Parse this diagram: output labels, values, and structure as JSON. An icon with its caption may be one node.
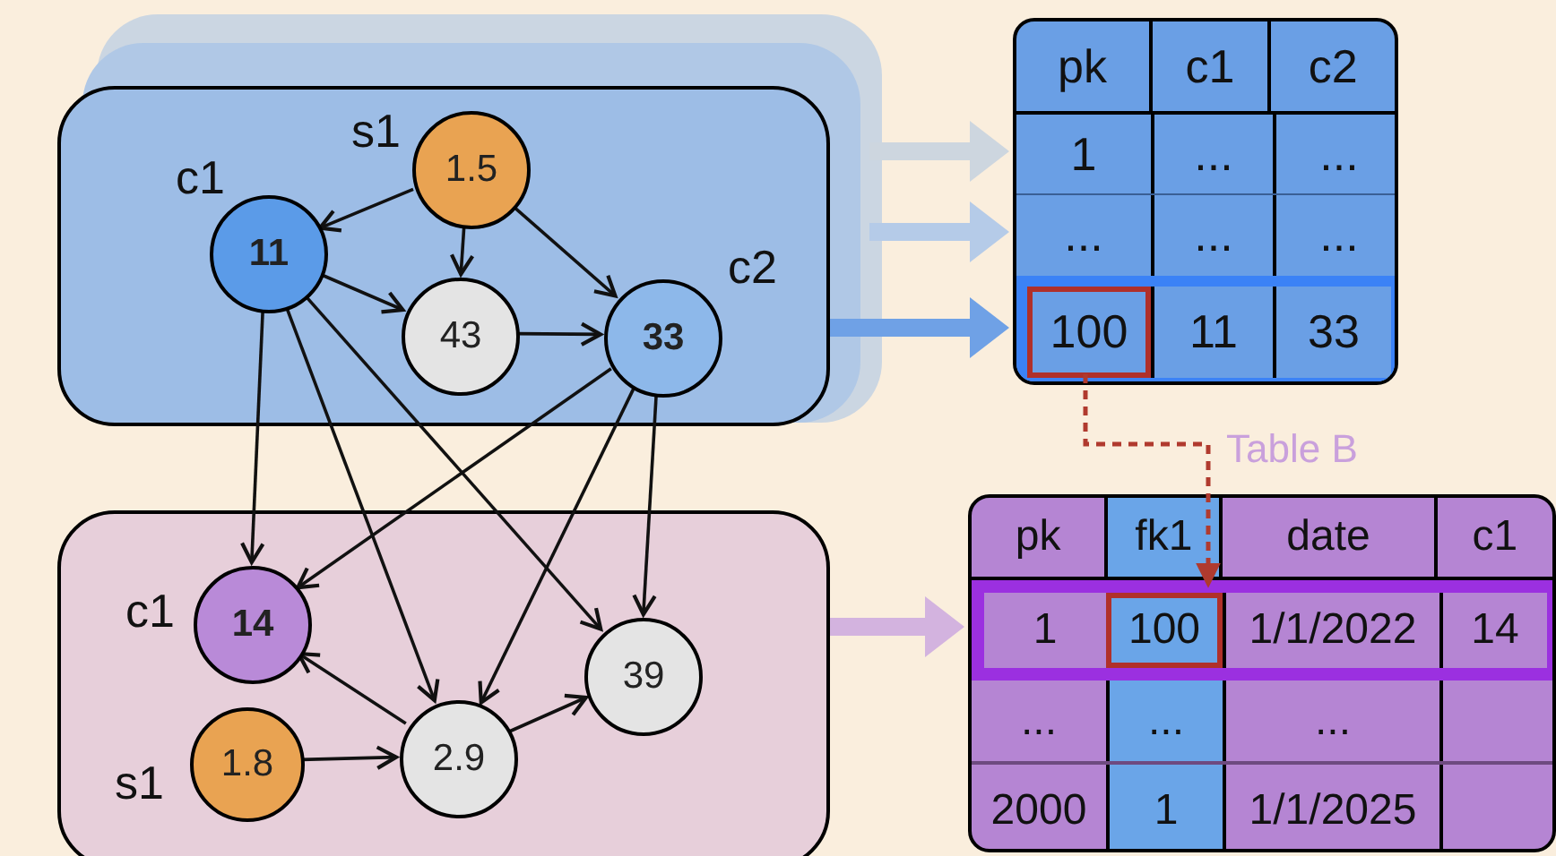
{
  "diagram": {
    "nodes": [
      {
        "text": [],
        "shape": "box"
      },
      {
        "text": [
          "1.5"
        ],
        "in": 0,
        "beside": [
          "s1"
        ]
      },
      {
        "text": [
          "11"
        ],
        "in": 0,
        "beside": [
          "c1"
        ]
      },
      {
        "text": [
          "43"
        ],
        "in": 0
      },
      {
        "text": [
          "33"
        ],
        "in": 0,
        "beside": [
          "c2"
        ]
      },
      {
        "text": [],
        "shape": "box"
      },
      {
        "text": [
          "14"
        ],
        "in": 5,
        "beside": [
          "c1"
        ]
      },
      {
        "text": [
          "1.8"
        ],
        "in": 5,
        "beside": [
          "s1"
        ]
      },
      {
        "text": [
          "2.9"
        ],
        "in": 5
      },
      {
        "text": [
          "39"
        ],
        "in": 5
      },
      {
        "text": [
          "pk",
          "c1",
          "c2"
        ]
      },
      {
        "text": [
          "1",
          "...",
          "..."
        ],
        "in": 10
      },
      {
        "text": [
          "...",
          "...",
          "..."
        ],
        "in": 10
      },
      {
        "text": [
          "11",
          "33"
        ],
        "in": 10
      },
      {
        "text": [
          "100"
        ],
        "in": 13
      },
      {
        "text": [
          "pk",
          "fk1",
          "date",
          "c1"
        ],
        "beside": [
          "Table B"
        ]
      },
      {
        "text": [
          "1",
          "1/1/2022",
          "14"
        ],
        "in": 15
      },
      {
        "text": [
          "100"
        ],
        "in": 16
      },
      {
        "text": [
          "...",
          "...",
          "..."
        ],
        "in": 15
      },
      {
        "text": [
          "2000",
          "1",
          "1/1/2025"
        ],
        "in": 15
      }
    ],
    "edges": [
      {
        "from": 1,
        "to": 2,
        "arrow": "to"
      },
      {
        "from": 1,
        "to": 3,
        "arrow": "to"
      },
      {
        "from": 1,
        "to": 4,
        "arrow": "to"
      },
      {
        "from": 2,
        "to": 3,
        "arrow": "to"
      },
      {
        "from": 3,
        "to": 4,
        "arrow": "to"
      },
      {
        "from": 2,
        "to": 6,
        "arrow": "to"
      },
      {
        "from": 2,
        "to": 8,
        "arrow": "to"
      },
      {
        "from": 2,
        "to": 9,
        "arrow": "to"
      },
      {
        "from": 4,
        "to": 6,
        "arrow": "to"
      },
      {
        "from": 4,
        "to": 8,
        "arrow": "to"
      },
      {
        "from": 4,
        "to": 9,
        "arrow": "to"
      },
      {
        "from": 8,
        "to": 6,
        "arrow": "to"
      },
      {
        "from": 7,
        "to": 8,
        "arrow": "to"
      },
      {
        "from": 8,
        "to": 9,
        "arrow": "to"
      },
      {
        "from": null,
        "to": 11,
        "arrow": "to",
        "style": "thick",
        "color": "#cdd6df"
      },
      {
        "from": null,
        "to": 12,
        "arrow": "to",
        "style": "thick",
        "color": "#b5cbe8"
      },
      {
        "from": 0,
        "to": 13,
        "arrow": "to",
        "style": "thick",
        "color": "#6fa1e6"
      },
      {
        "from": 5,
        "to": 16,
        "arrow": "to",
        "style": "thick",
        "color": "#d3b3df"
      },
      {
        "from": 14,
        "to": 17,
        "arrow": "to",
        "style": "dashed",
        "color": "#b03a2e"
      }
    ]
  }
}
